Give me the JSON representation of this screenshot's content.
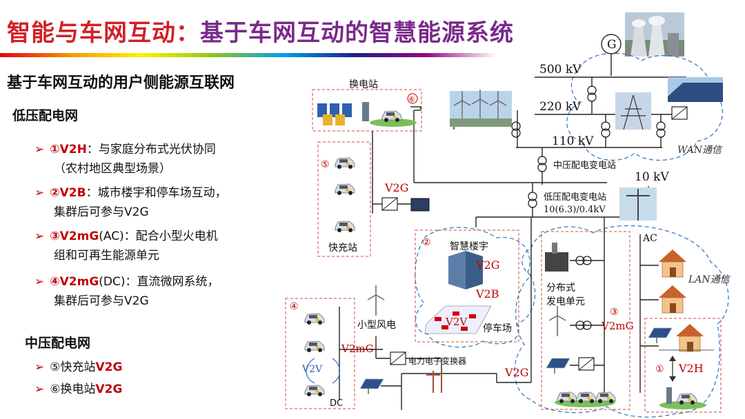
{
  "header": {
    "title_part1": "智能与车网互动",
    "separator": "：",
    "title_part2": "基于车网互动的智慧能源系统"
  },
  "subtitle": "基于车网互动的用户侧能源互联网",
  "low_voltage": {
    "heading": "低压配电网",
    "items": [
      {
        "key": "①V2H",
        "text": "：与家庭分布式光伏协同",
        "line2": "（农村地区典型场景）"
      },
      {
        "key": "②V2B",
        "text": "：城市楼宇和停车场互动，",
        "line2": "集群后可参与V2G"
      },
      {
        "key": "③V2mG",
        "text": "(AC)：配合小型火电机",
        "line2": "组和可再生能源单元"
      },
      {
        "key": "④V2mG",
        "text": "(DC)：直流微网系统，",
        "line2": "集群后可参与V2G"
      }
    ]
  },
  "medium_voltage": {
    "heading": "中压配电网",
    "items": [
      {
        "key_prefix": "⑤快充站",
        "key": "V2G"
      },
      {
        "key_prefix": "⑥换电站",
        "key": "V2G"
      }
    ]
  },
  "diagram": {
    "generator_symbol": "G",
    "kv_500": "500 kV",
    "kv_220": "220 kV",
    "kv_110": "110 kV",
    "kv_10": "10 kV",
    "wan": "WAN通信",
    "lan": "LAN通信",
    "mid_substation": "中压配电变电站",
    "low_substation": "低压配电变电站",
    "low_substation_ratio": "10(6.3)/0.4kV",
    "swap_station": "换电站",
    "fast_charge": "快充站",
    "smart_building": "智慧楼宇",
    "parking": "停车场",
    "small_wind": "小型风电",
    "power_converter": "电力电子变换器",
    "dist_gen_1": "分布式",
    "dist_gen_2": "发电单元",
    "ac": "AC",
    "dc": "DC",
    "n1": "①",
    "n2": "②",
    "n3": "③",
    "n4": "④",
    "n5": "⑤",
    "n6": "⑥",
    "v2g_fast": "V2G",
    "v2g_building": "V2G",
    "v2b": "V2B",
    "v2v_parking": "V2V",
    "v2mg_dc": "V2mG",
    "v2v_dc": "V2V",
    "v2g_bottom": "V2G",
    "v2mg_ac": "V2mG",
    "v2h": "V2H"
  },
  "colors": {
    "accent_red": "#c00000",
    "title_purple": "#7a2a8a",
    "dashed_blue": "#2f6fc0"
  }
}
